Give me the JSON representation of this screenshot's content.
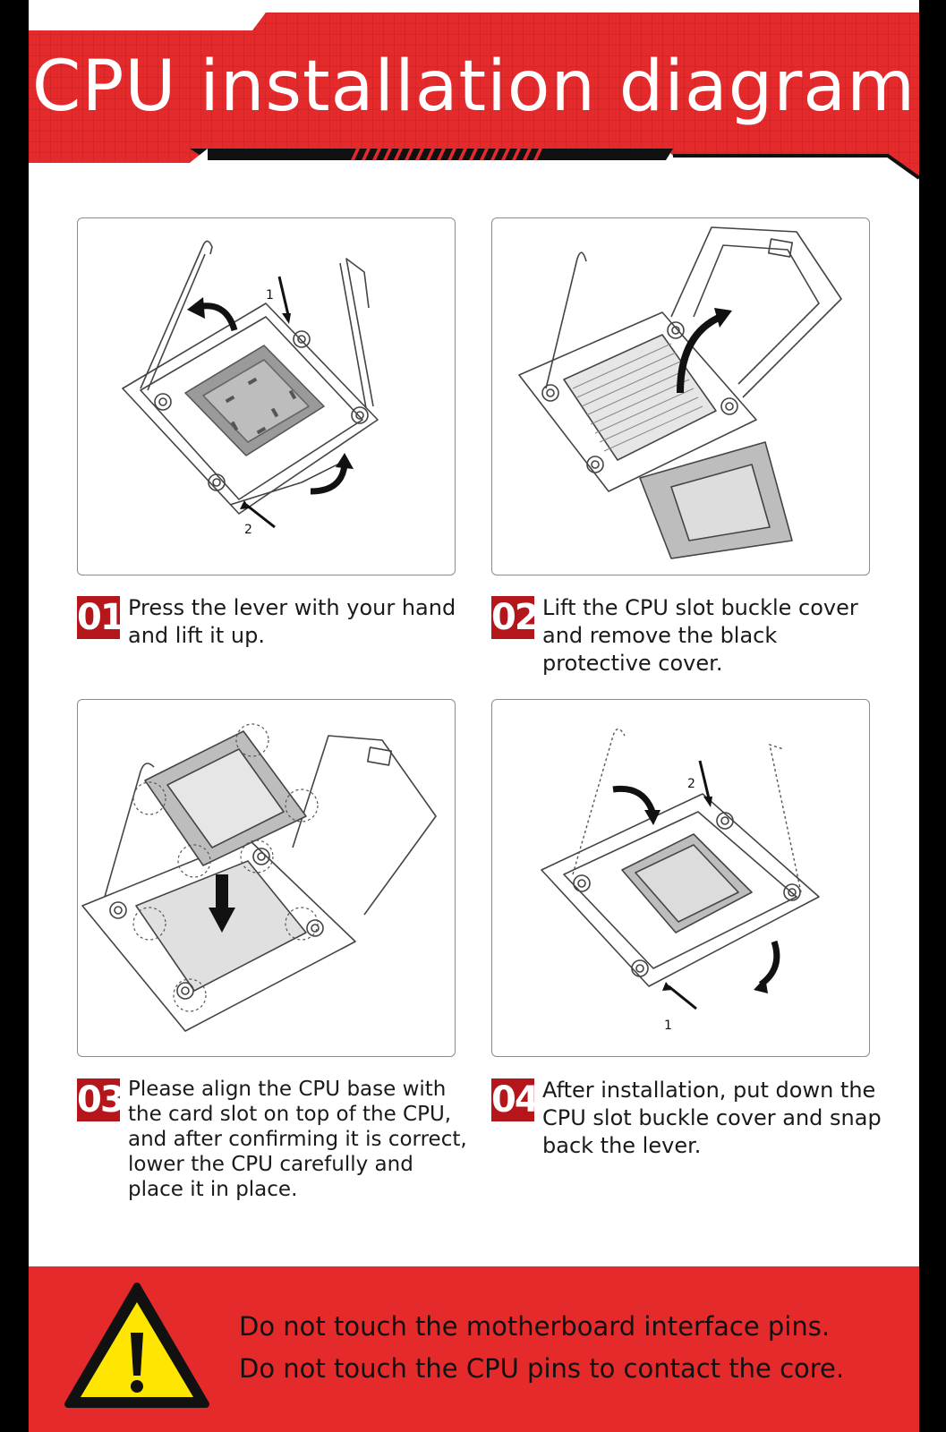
{
  "header": {
    "title": "CPU installation diagram",
    "color": "#e52a2c"
  },
  "steps": [
    {
      "number": "01",
      "text": "Press the lever with your hand and lift it up.",
      "callouts": [
        "1",
        "2"
      ]
    },
    {
      "number": "02",
      "text": "Lift the CPU slot buckle cover and remove the black protective cover."
    },
    {
      "number": "03",
      "text": "Please align the CPU base with the card slot on top of the CPU, and after confirming it is correct, lower the CPU carefully and place it in place."
    },
    {
      "number": "04",
      "text": "After installation, put down the CPU slot buckle cover and snap back the lever.",
      "callouts": [
        "2",
        "1"
      ]
    }
  ],
  "warning": {
    "icon": "warning-triangle-icon",
    "line1": "Do not touch the motherboard interface pins.",
    "line2": "Do not touch the CPU pins to contact the core.",
    "background": "#e52a2c",
    "icon_color": "#ffe600"
  },
  "colors": {
    "step_badge": "#b5161b",
    "frame": "#000000"
  }
}
